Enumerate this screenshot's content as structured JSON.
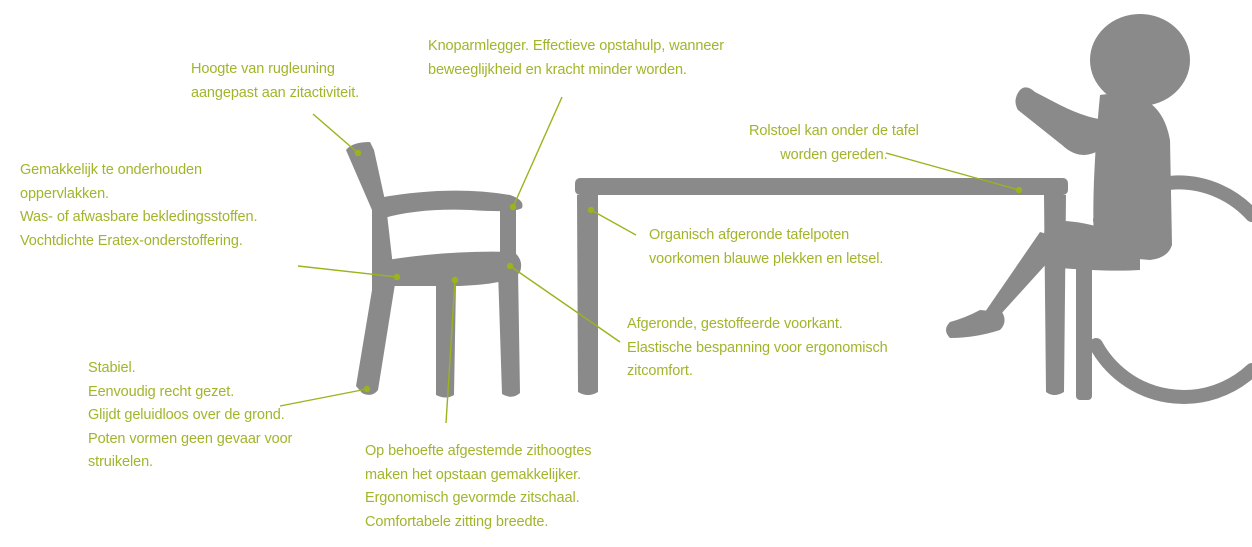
{
  "colors": {
    "text_accent": "#a2b52a",
    "leader_line": "#9bb31c",
    "furniture": "#8a8a8a",
    "background": "#ffffff"
  },
  "figures": [
    "chair-illustration",
    "table-illustration",
    "wheelchair-user-illustration"
  ],
  "annotations": {
    "backrest": [
      "Hoogte van rugleuning",
      "aangepast aan zitactiviteit."
    ],
    "armrest": [
      "Knoparmlegger. Effectieve opstahulp, wanneer",
      "beweeglijkheid en kracht minder worden."
    ],
    "wheelchair": [
      "Rolstoel kan onder de tafel",
      "worden gereden."
    ],
    "surfaces": [
      "Gemakkelijk te onderhouden",
      "oppervlakken.",
      "Was- of afwasbare bekledingsstoffen.",
      "Vochtdichte Eratex-onderstoffering."
    ],
    "table_legs": [
      "Organisch afgeronde tafelpoten",
      "voorkomen blauwe plekken en letsel."
    ],
    "front_edge": [
      "Afgeronde, gestoffeerde voorkant.",
      "Elastische bespanning voor ergonomisch",
      "zitcomfort."
    ],
    "legs": [
      "Stabiel.",
      "Eenvoudig recht gezet.",
      "Glijdt geluidloos over de grond.",
      "Poten vormen geen gevaar voor",
      "struikelen."
    ],
    "seat": [
      "Op behoefte afgestemde zithoogtes",
      "maken het opstaan gemakkelijker.",
      "Ergonomisch gevormde zitschaal.",
      "Comfortabele zitting breedte."
    ]
  }
}
